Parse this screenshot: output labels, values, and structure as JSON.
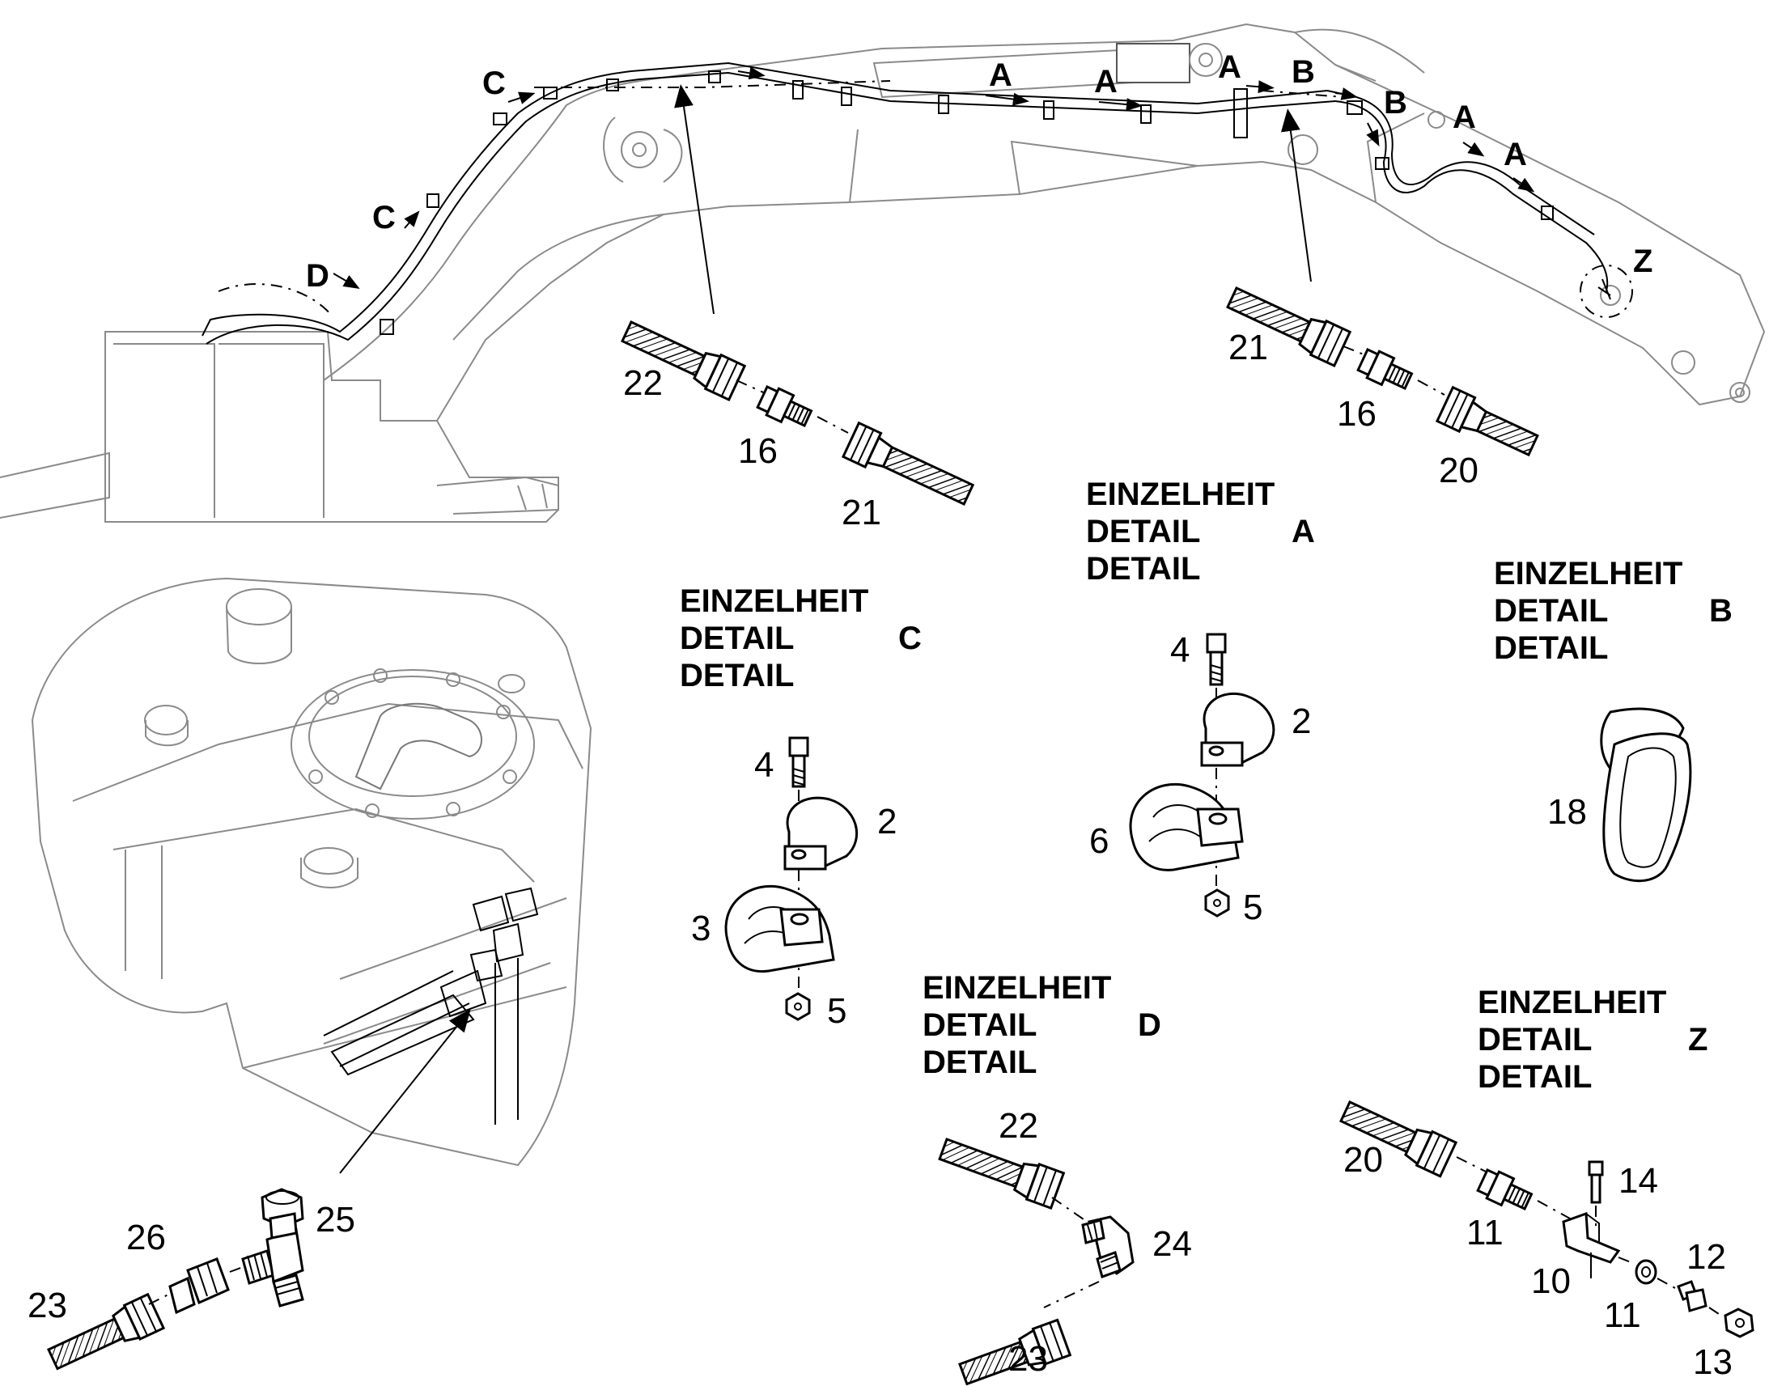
{
  "direction_labels": {
    "a1": "A",
    "a2": "A",
    "a3": "A",
    "a4": "A",
    "a5": "A",
    "b1": "B",
    "b2": "B",
    "c1": "C",
    "c2": "C",
    "d1": "D",
    "z1": "Z"
  },
  "details": {
    "A": {
      "line1": "EINZELHEIT",
      "line2": "DETAIL",
      "line3": "DETAIL",
      "letter": "A"
    },
    "B": {
      "line1": "EINZELHEIT",
      "line2": "DETAIL",
      "line3": "DETAIL",
      "letter": "B"
    },
    "C": {
      "line1": "EINZELHEIT",
      "line2": "DETAIL",
      "line3": "DETAIL",
      "letter": "C"
    },
    "D": {
      "line1": "EINZELHEIT",
      "line2": "DETAIL",
      "line3": "DETAIL",
      "letter": "D"
    },
    "Z": {
      "line1": "EINZELHEIT",
      "line2": "DETAIL",
      "line3": "DETAIL",
      "letter": "Z"
    }
  },
  "callouts": {
    "boom_left": {
      "hose_a": "22",
      "adapter": "16",
      "hose_b": "21"
    },
    "boom_right": {
      "hose_a": "21",
      "adapter": "16",
      "hose_b": "20"
    },
    "detail_a": {
      "screw": "4",
      "clamp": "2",
      "clamp_large": "6",
      "nut": "5"
    },
    "detail_b": {
      "strap": "18"
    },
    "detail_c": {
      "screw": "4",
      "clamp": "2",
      "clamp_large": "3",
      "nut": "5"
    },
    "detail_d": {
      "hose_a": "22",
      "elbow": "24",
      "hose_b": "23"
    },
    "detail_z": {
      "hose": "20",
      "adapter": "11",
      "screw": "14",
      "bracket": "10",
      "washer": "11",
      "bushing": "12",
      "nut": "13"
    },
    "tank": {
      "tee": "25",
      "adapter": "26",
      "hose": "23"
    }
  }
}
